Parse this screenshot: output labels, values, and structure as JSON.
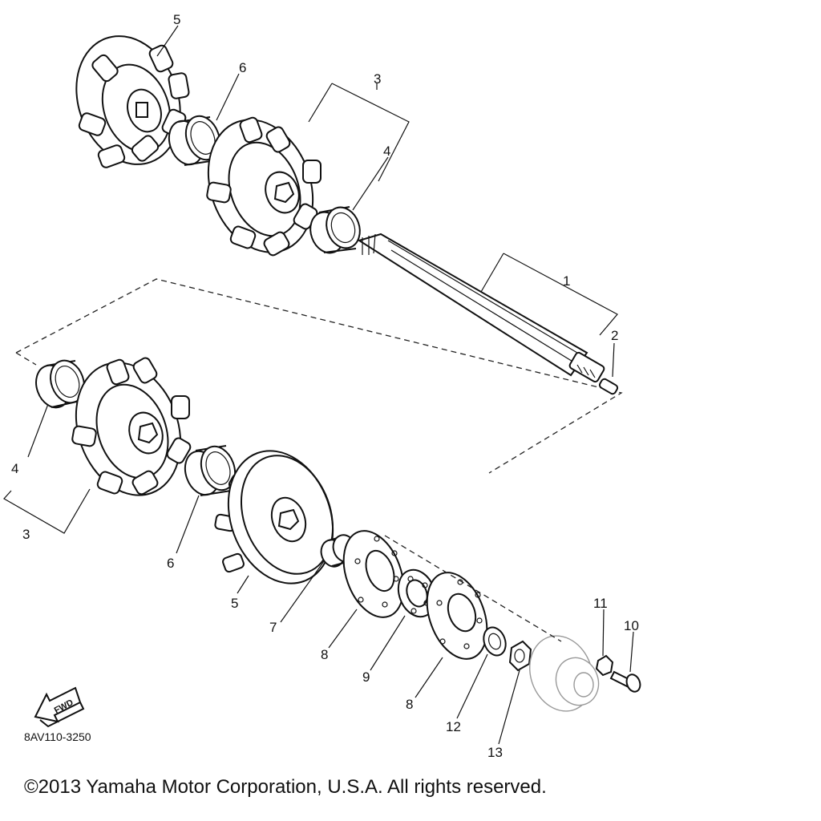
{
  "callouts": {
    "c1": "1",
    "c2": "2",
    "c3a": "3",
    "c3b": "3",
    "c4a": "4",
    "c4b": "4",
    "c5a": "5",
    "c5b": "5",
    "c6a": "6",
    "c6b": "6",
    "c7": "7",
    "c8a": "8",
    "c8b": "8",
    "c9": "9",
    "c10": "10",
    "c11": "11",
    "c12": "12",
    "c13": "13"
  },
  "fwd_label": "FWD",
  "diagram_code": "8AV110-3250",
  "copyright": "©2013 Yamaha Motor Corporation, U.S.A. All rights reserved."
}
